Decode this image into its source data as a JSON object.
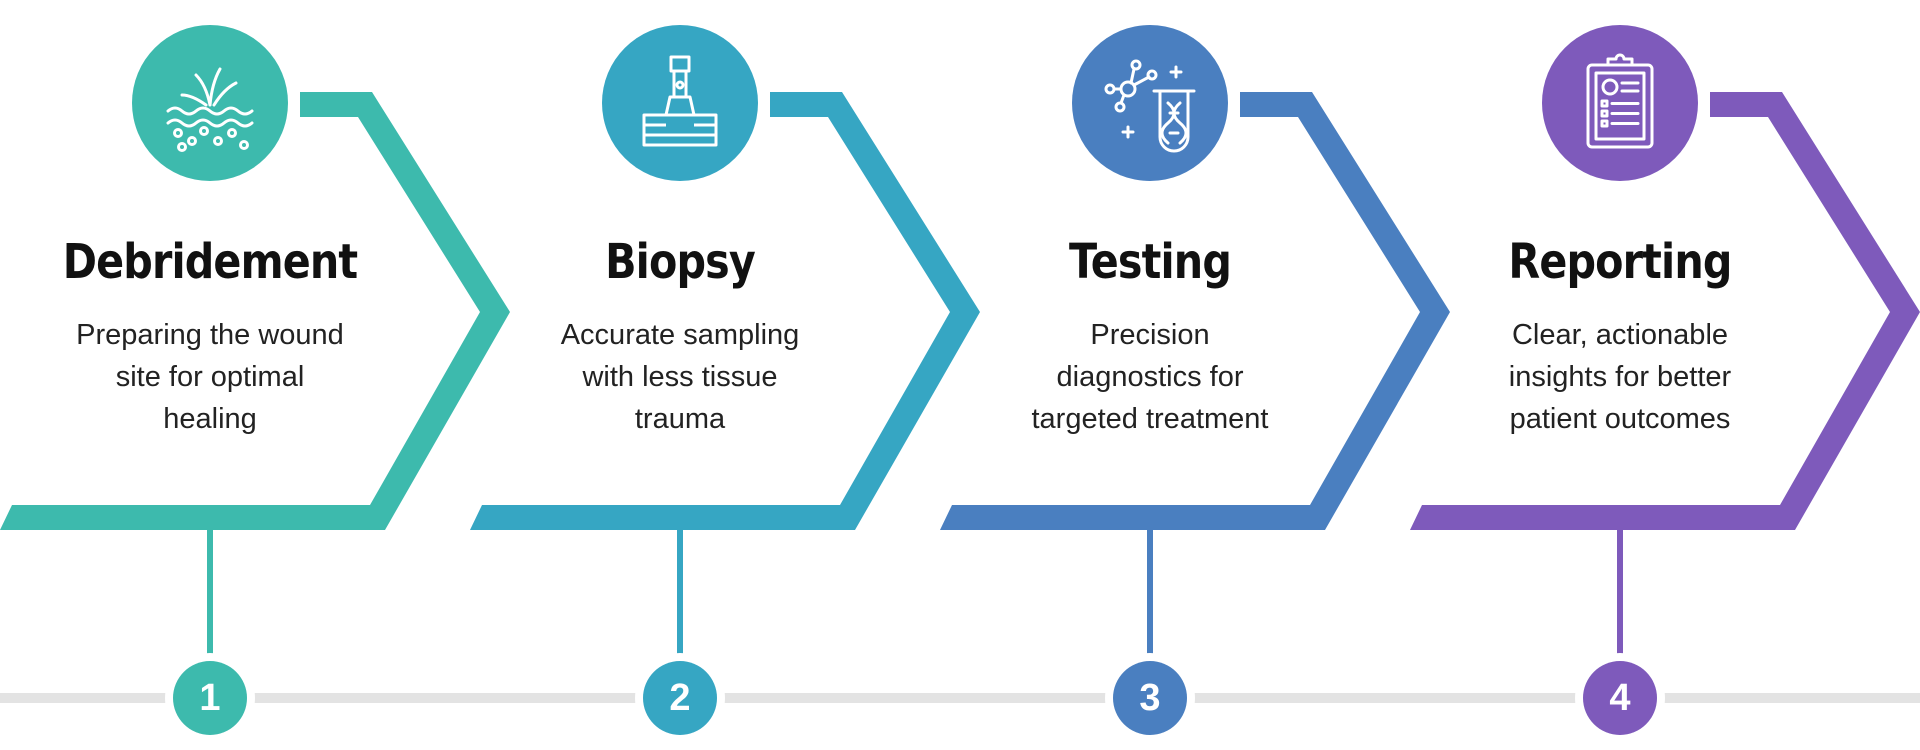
{
  "steps": [
    {
      "title": "Debridement",
      "desc": [
        "Preparing the wound",
        "site for optimal",
        "healing"
      ],
      "number": "1",
      "color": "#3dbaad",
      "icon": "wound-debridement-icon"
    },
    {
      "title": "Biopsy",
      "desc": [
        "Accurate sampling",
        "with less tissue",
        "trauma"
      ],
      "number": "2",
      "color": "#36a6c3",
      "icon": "biopsy-punch-icon"
    },
    {
      "title": "Testing",
      "desc": [
        "Precision",
        "diagnostics for",
        "targeted treatment"
      ],
      "number": "3",
      "color": "#4a7fc0",
      "icon": "dna-test-tube-icon"
    },
    {
      "title": "Reporting",
      "desc": [
        "Clear, actionable",
        "insights for better",
        "patient outcomes"
      ],
      "number": "4",
      "color": "#7e5abb",
      "icon": "clipboard-report-icon"
    }
  ],
  "timeline_color": "#e3e3e3"
}
